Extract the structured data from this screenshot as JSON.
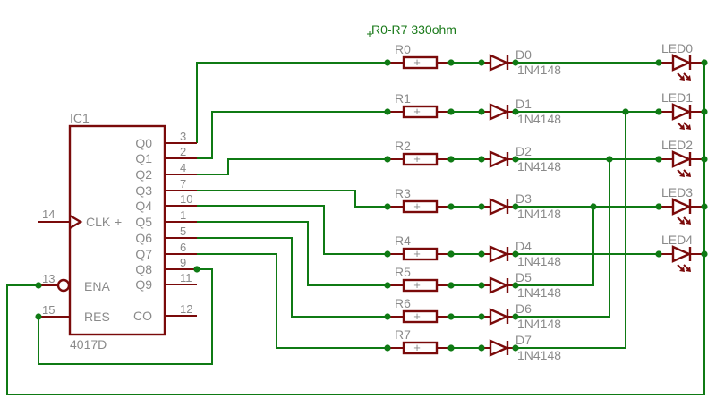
{
  "note": "R0-R7  330ohm",
  "ic": {
    "name": "IC1",
    "value": "4017D",
    "outputs": [
      {
        "label": "Q0",
        "pin": "3"
      },
      {
        "label": "Q1",
        "pin": "2"
      },
      {
        "label": "Q2",
        "pin": "4"
      },
      {
        "label": "Q3",
        "pin": "7"
      },
      {
        "label": "Q4",
        "pin": "10"
      },
      {
        "label": "Q5",
        "pin": "1"
      },
      {
        "label": "Q6",
        "pin": "5"
      },
      {
        "label": "Q7",
        "pin": "6"
      },
      {
        "label": "Q8",
        "pin": "9"
      },
      {
        "label": "Q9",
        "pin": "11"
      },
      {
        "label": "CO",
        "pin": "12"
      }
    ],
    "clk": {
      "label": "CLK",
      "pin": "14",
      "plus": "+"
    },
    "ena": {
      "label": "ENA",
      "pin": "13"
    },
    "res": {
      "label": "RES",
      "pin": "15"
    }
  },
  "resistors": [
    "R0",
    "R1",
    "R2",
    "R3",
    "R4",
    "R5",
    "R6",
    "R7"
  ],
  "resistor_symbol": "+",
  "diodes": [
    {
      "name": "D0",
      "value": "1N4148"
    },
    {
      "name": "D1",
      "value": "1N4148"
    },
    {
      "name": "D2",
      "value": "1N4148"
    },
    {
      "name": "D3",
      "value": "1N4148"
    },
    {
      "name": "D4",
      "value": "1N4148"
    },
    {
      "name": "D5",
      "value": "1N4148"
    },
    {
      "name": "D6",
      "value": "1N4148"
    },
    {
      "name": "D7",
      "value": "1N4148"
    }
  ],
  "leds": [
    "LED0",
    "LED1",
    "LED2",
    "LED3",
    "LED4"
  ],
  "colors": {
    "wire": "#0f7a14",
    "part": "#7a0a0a",
    "label": "#8a8a8a"
  }
}
